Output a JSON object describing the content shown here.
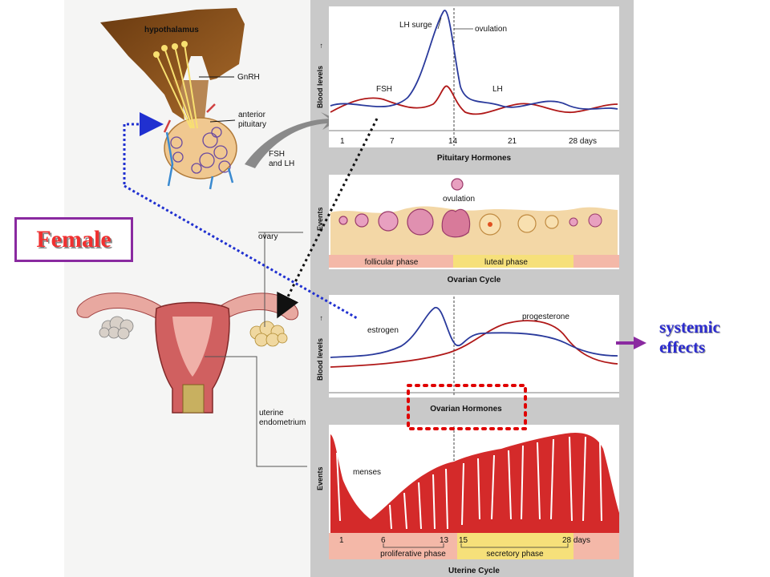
{
  "left": {
    "hypothalamus": "hypothalamus",
    "gnrh": "GnRH",
    "anterior_pituitary": [
      "anterior",
      "pituitary"
    ],
    "fsh_lh": [
      "FSH",
      "and LH"
    ],
    "ovary": "ovary",
    "uterine_endometrium": [
      "uterine",
      "endometrium"
    ]
  },
  "female_label": "Female",
  "systemic_effects": [
    "systemic",
    "effects"
  ],
  "pituitary_panel": {
    "ylabel": "Blood levels",
    "lh_surge": "LH surge",
    "ovulation": "ovulation",
    "fsh": "FSH",
    "lh": "LH",
    "ticks": [
      "1",
      "7",
      "14",
      "21",
      "28 days"
    ],
    "caption": "Pituitary Hormones"
  },
  "ovarian_cycle_panel": {
    "ylabel": "Events",
    "ovulation": "ovulation",
    "follicular": "follicular phase",
    "luteal": "luteal phase",
    "caption": "Ovarian Cycle"
  },
  "ovarian_hormones_panel": {
    "ylabel": "Blood levels",
    "estrogen": "estrogen",
    "progesterone": "progesterone",
    "caption": "Ovarian Hormones"
  },
  "uterine_panel": {
    "ylabel": "Events",
    "menses": "menses",
    "ticks": [
      "1",
      "6",
      "13",
      "15",
      "28 days"
    ],
    "proliferative": "proliferative phase",
    "secretory": "secretory phase",
    "caption": "Uterine Cycle"
  },
  "colors": {
    "fsh_line": "#b01818",
    "lh_line": "#2a3a9c",
    "estrogen_line": "#2a3a9c",
    "progesterone_line": "#b01818",
    "accent_purple": "#8a2aa0",
    "dotted_red": "#e00000",
    "dotted_blue": "#2030d0"
  }
}
